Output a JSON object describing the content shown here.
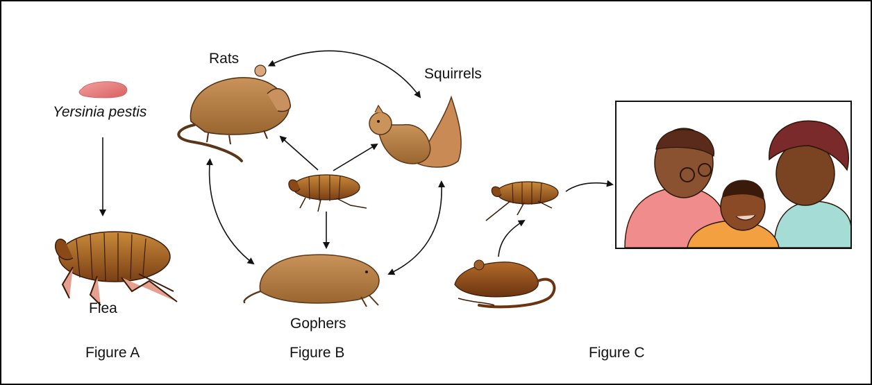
{
  "labels": {
    "pathogen": "Yersinia pestis",
    "flea": "Flea",
    "rats": "Rats",
    "squirrels": "Squirrels",
    "gophers": "Gophers"
  },
  "figures": {
    "a": "Figure A",
    "b": "Figure B",
    "c": "Figure C"
  },
  "icons": {
    "bacterium": "bacterium-icon",
    "flea": "flea-icon",
    "rat": "rat-icon",
    "squirrel": "squirrel-icon",
    "gopher": "gopher-icon",
    "mouse": "mouse-icon",
    "family": "family-illustration"
  },
  "colors": {
    "bacterium": "#e88a8a",
    "animal_brown": "#b87a3d",
    "flea_body": "#9a5a22",
    "human_pink": "#f08c8c",
    "human_teal": "#a5ddd6"
  }
}
